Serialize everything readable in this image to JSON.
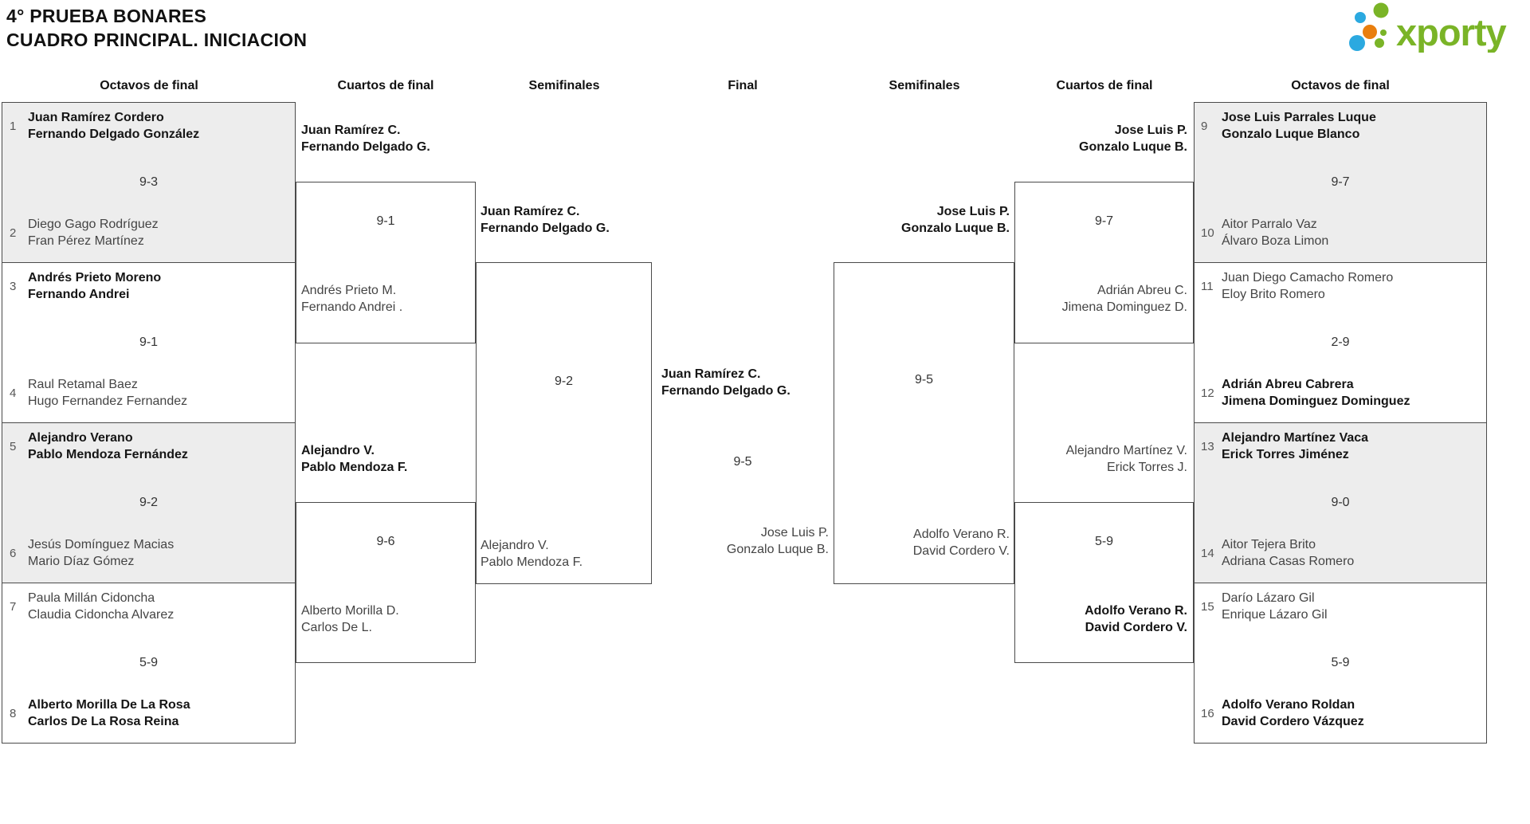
{
  "title": {
    "line1": "4° PRUEBA BONARES",
    "line2": "CUADRO PRINCIPAL. INICIACION"
  },
  "logo": {
    "brand": "xporty",
    "green": "#7ab427",
    "blue": "#2ba9e0",
    "orange": "#e97e0e"
  },
  "headers": [
    "Octavos de final",
    "Cuartos de final",
    "Semifinales",
    "Final",
    "Semifinales",
    "Cuartos de final",
    "Octavos de final"
  ],
  "colors": {
    "box_border": "#4a4a4a",
    "box_fill_alt": "#ededed",
    "winner_text": "#151515",
    "loser_text": "#444444"
  },
  "rounds": {
    "octavos_left": [
      {
        "seed_top": "1",
        "top": [
          "Juan Ramírez Cordero",
          "Fernando Delgado González"
        ],
        "score": "9-3",
        "seed_bottom": "2",
        "bottom": [
          "Diego Gago Rodríguez",
          "Fran Pérez Martínez"
        ],
        "winner": "top"
      },
      {
        "seed_top": "3",
        "top": [
          "Andrés Prieto Moreno",
          "Fernando Andrei"
        ],
        "score": "9-1",
        "seed_bottom": "4",
        "bottom": [
          "Raul Retamal Baez",
          "Hugo Fernandez Fernandez"
        ],
        "winner": "top"
      },
      {
        "seed_top": "5",
        "top": [
          "Alejandro Verano",
          "Pablo Mendoza Fernández"
        ],
        "score": "9-2",
        "seed_bottom": "6",
        "bottom": [
          "Jesús Domínguez Macias",
          "Mario Díaz Gómez"
        ],
        "winner": "top"
      },
      {
        "seed_top": "7",
        "top": [
          "Paula Millán Cidoncha",
          "Claudia Cidoncha Alvarez"
        ],
        "score": "5-9",
        "seed_bottom": "8",
        "bottom": [
          "Alberto Morilla De La Rosa",
          "Carlos De La Rosa Reina"
        ],
        "winner": "bottom"
      }
    ],
    "cuartos_left": [
      {
        "top": [
          "Juan Ramírez C.",
          "Fernando Delgado G."
        ],
        "score": "9-1",
        "bottom": [
          "Andrés Prieto M.",
          "Fernando Andrei ."
        ],
        "winner": "top"
      },
      {
        "top": [
          "Alejandro V.",
          "Pablo Mendoza F."
        ],
        "score": "9-6",
        "bottom": [
          "Alberto Morilla D.",
          "Carlos De L."
        ],
        "winner": "top"
      }
    ],
    "semifinal_left": {
      "top": [
        "Juan Ramírez C.",
        "Fernando Delgado G."
      ],
      "score": "9-2",
      "bottom": [
        "Alejandro V.",
        "Pablo Mendoza F."
      ],
      "winner": "top"
    },
    "final": {
      "top": [
        "Juan Ramírez C.",
        "Fernando Delgado G."
      ],
      "score": "9-5",
      "bottom": [
        "Jose Luis P.",
        "Gonzalo Luque B."
      ],
      "winner": "top"
    },
    "semifinal_right": {
      "top": [
        "Jose Luis P.",
        "Gonzalo Luque B."
      ],
      "score": "9-5",
      "bottom": [
        "Adolfo Verano R.",
        "David Cordero V."
      ],
      "winner": "top"
    },
    "cuartos_right": [
      {
        "top": [
          "Jose Luis P.",
          "Gonzalo Luque B."
        ],
        "score": "9-7",
        "bottom": [
          "Adrián Abreu C.",
          "Jimena Dominguez D."
        ],
        "winner": "top"
      },
      {
        "top": [
          "Alejandro Martínez V.",
          "Erick Torres J."
        ],
        "score": "5-9",
        "bottom": [
          "Adolfo Verano R.",
          "David Cordero V."
        ],
        "winner": "bottom"
      }
    ],
    "octavos_right": [
      {
        "seed_top": "9",
        "top": [
          "Jose Luis Parrales Luque",
          "Gonzalo Luque Blanco"
        ],
        "score": "9-7",
        "seed_bottom": "10",
        "bottom": [
          "Aitor Parralo Vaz",
          "Álvaro Boza Limon"
        ],
        "winner": "top"
      },
      {
        "seed_top": "11",
        "top": [
          "Juan Diego Camacho Romero",
          "Eloy Brito Romero"
        ],
        "score": "2-9",
        "seed_bottom": "12",
        "bottom": [
          "Adrián Abreu Cabrera",
          "Jimena Dominguez Dominguez"
        ],
        "winner": "bottom"
      },
      {
        "seed_top": "13",
        "top": [
          "Alejandro Martínez Vaca",
          "Erick Torres Jiménez"
        ],
        "score": "9-0",
        "seed_bottom": "14",
        "bottom": [
          "Aitor Tejera Brito",
          "Adriana Casas Romero"
        ],
        "winner": "top"
      },
      {
        "seed_top": "15",
        "top": [
          "Darío Lázaro Gil",
          "Enrique Lázaro Gil"
        ],
        "score": "5-9",
        "seed_bottom": "16",
        "bottom": [
          "Adolfo Verano Roldan",
          "David Cordero Vázquez"
        ],
        "winner": "bottom"
      }
    ]
  }
}
